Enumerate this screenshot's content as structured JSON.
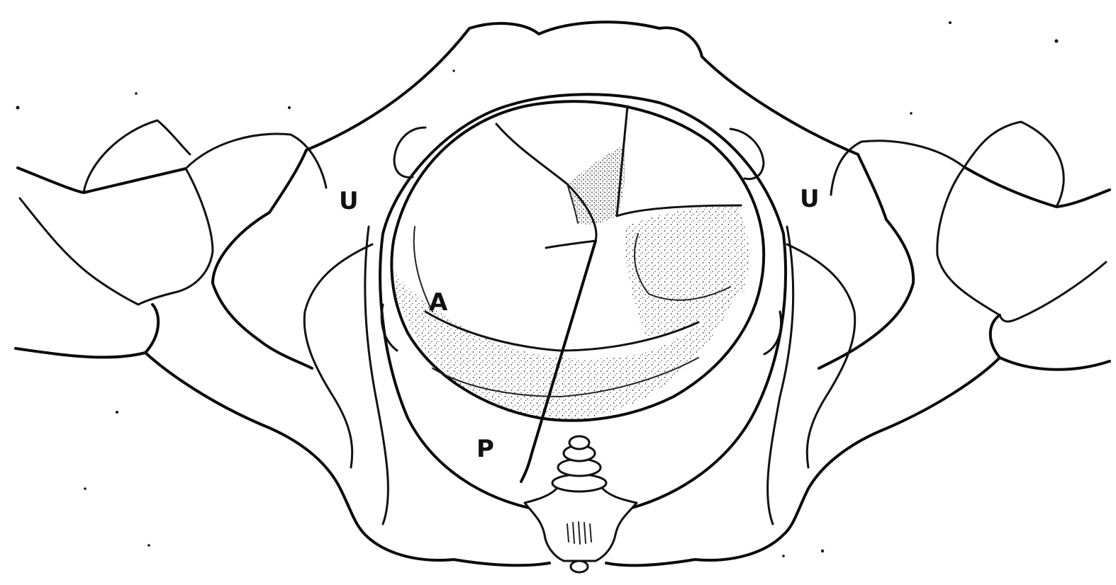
{
  "figure": {
    "labels": {
      "left_u": "U",
      "right_u": "U",
      "a_mark": "A",
      "p_mark": "P"
    },
    "ink_color": "#111111",
    "stipple_color": "#333333",
    "background_color": "#ffffff"
  }
}
